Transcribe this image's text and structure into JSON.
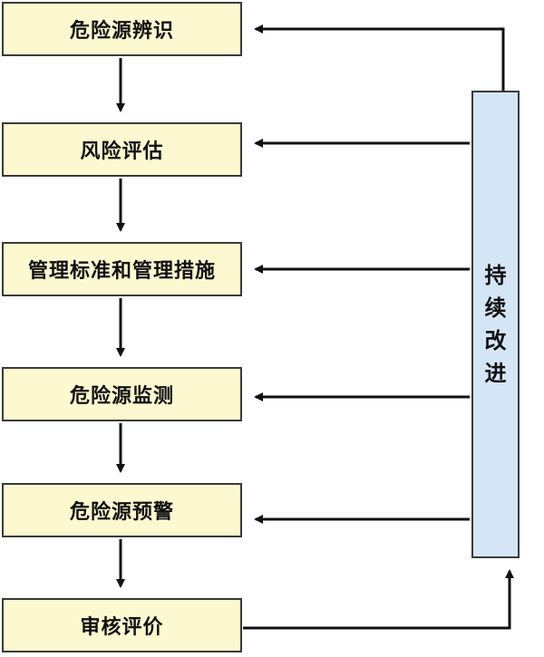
{
  "steps": [
    {
      "label": "危险源辨识"
    },
    {
      "label": "风险评估"
    },
    {
      "label": "管理标准和管理措施"
    },
    {
      "label": "危险源监测"
    },
    {
      "label": "危险源预警"
    },
    {
      "label": "审核评价"
    }
  ],
  "sidebar": {
    "chars": [
      "持",
      "续",
      "改",
      "进"
    ]
  },
  "colors": {
    "step_fill": "#fcf8cf",
    "sidebar_fill": "#d4e6f6",
    "border": "#3a3a3a",
    "arrow": "#111111"
  }
}
